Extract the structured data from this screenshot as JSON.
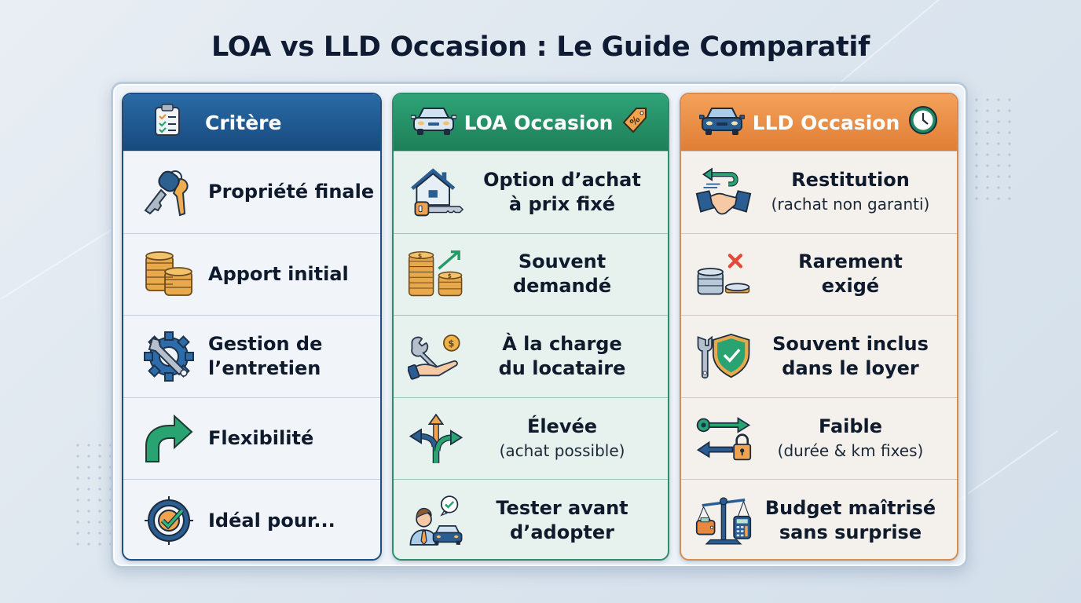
{
  "title": "LOA vs LLD Occasion : Le Guide Comparatif",
  "colors": {
    "criteria_header": "#1f5a94",
    "loa_header": "#259068",
    "lld_header": "#ea8e46",
    "text_dark": "#0f1b2d"
  },
  "columns": {
    "criteria": {
      "header": "Critère",
      "header_icon": "clipboard-checklist-icon",
      "rows": [
        {
          "label": "Propriété finale",
          "icon": "car-keys-icon"
        },
        {
          "label": "Apport initial",
          "icon": "coin-stacks-icon"
        },
        {
          "label": "Gestion de l’entretien",
          "label_lines": [
            "Gestion de",
            "l’entretien"
          ],
          "icon": "gear-wrench-icon"
        },
        {
          "label": "Flexibilité",
          "icon": "curved-arrow-icon"
        },
        {
          "label": "Idéal pour...",
          "icon": "target-check-icon"
        }
      ]
    },
    "loa": {
      "header": "LOA Occasion",
      "header_icon_left": "car-front-icon",
      "header_icon_right": "percent-tag-icon",
      "rows": [
        {
          "main": [
            "Option d’achat",
            "à prix fixé"
          ],
          "sub": "",
          "icon": "house-key-icon"
        },
        {
          "main": [
            "Souvent",
            "demandé"
          ],
          "sub": "",
          "icon": "coins-growth-icon"
        },
        {
          "main": [
            "À la charge",
            "du locataire"
          ],
          "sub": "",
          "icon": "hand-wrench-coin-icon"
        },
        {
          "main": [
            "Élevée"
          ],
          "sub": "(achat possible)",
          "icon": "split-arrows-icon"
        },
        {
          "main": [
            "Tester avant",
            "d’adopter"
          ],
          "sub": "",
          "icon": "person-car-check-icon"
        }
      ]
    },
    "lld": {
      "header": "LLD Occasion",
      "header_icon_left": "car-front-icon",
      "header_icon_right": "clock-icon",
      "rows": [
        {
          "main": [
            "Restitution"
          ],
          "sub": "(rachat non garanti)",
          "icon": "handshake-return-icon"
        },
        {
          "main": [
            "Rarement",
            "exigé"
          ],
          "sub": "",
          "icon": "coins-cross-icon"
        },
        {
          "main": [
            "Souvent inclus",
            "dans le loyer"
          ],
          "sub": "",
          "icon": "wrench-shield-icon"
        },
        {
          "main": [
            "Faible"
          ],
          "sub": "(durée & km fixes)",
          "icon": "arrows-lock-icon"
        },
        {
          "main": [
            "Budget maîtrisé",
            "sans surprise"
          ],
          "sub": "",
          "icon": "balance-scale-icon"
        }
      ]
    }
  }
}
